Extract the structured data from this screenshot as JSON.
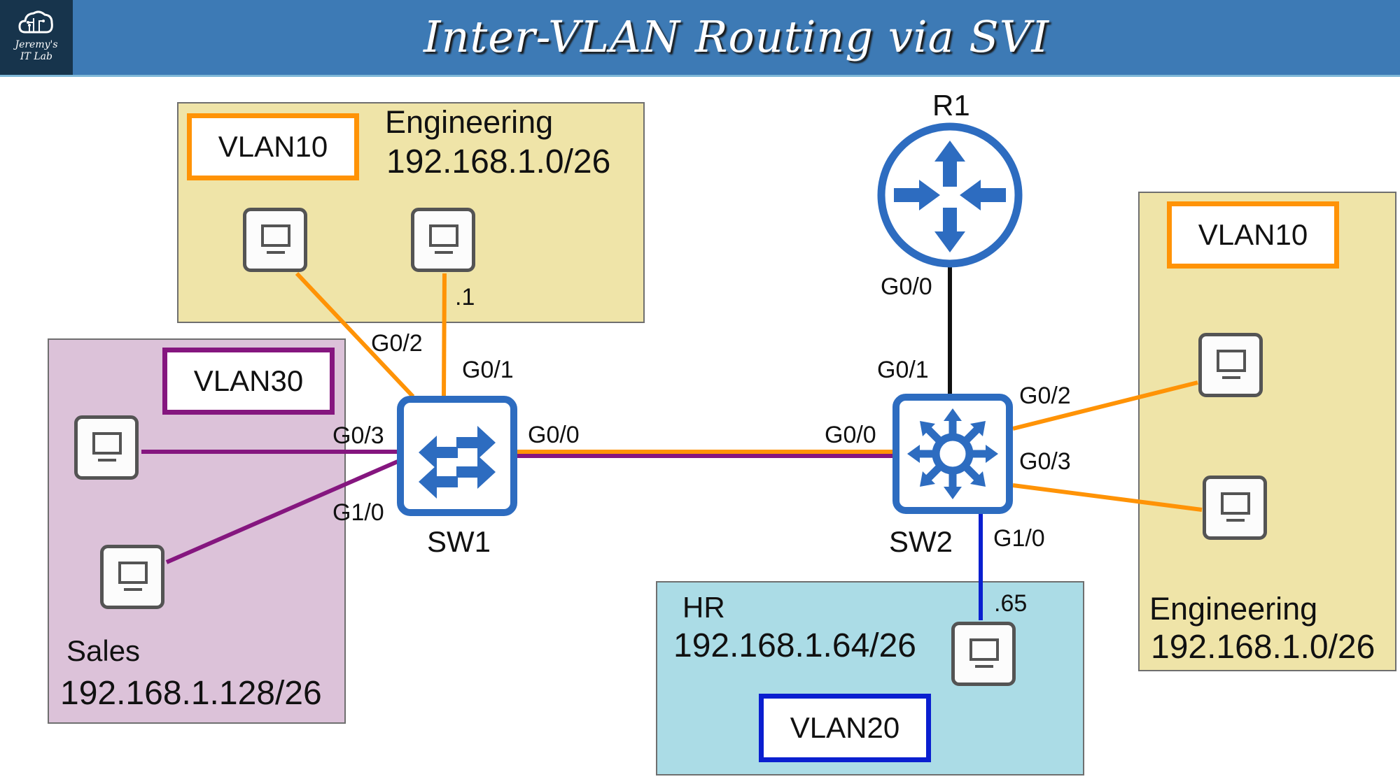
{
  "header": {
    "logo_line1": "Jeremy's",
    "logo_line2": "IT Lab",
    "title": "Inter-VLAN Routing via SVI"
  },
  "colors": {
    "header_bg": "#3d7ab5",
    "logo_bg": "#17344c",
    "device_blue": "#2d6cc0",
    "vlan10": "#ff9306",
    "vlan20": "#0a1fd0",
    "vlan30": "#85167f",
    "engineering_zone": "#efe4a8",
    "sales_zone": "#dcc2d9",
    "hr_zone": "#abdce6"
  },
  "zones": {
    "engineering_left": {
      "vlan": "VLAN10",
      "name": "Engineering",
      "subnet": "192.168.1.0/26",
      "host_ip": ".1"
    },
    "sales": {
      "vlan": "VLAN30",
      "name": "Sales",
      "subnet": "192.168.1.128/26"
    },
    "hr": {
      "vlan": "VLAN20",
      "name": "HR",
      "subnet": "192.168.1.64/26",
      "host_ip": ".65"
    },
    "engineering_right": {
      "vlan": "VLAN10",
      "name": "Engineering",
      "subnet": "192.168.1.0/26"
    }
  },
  "devices": {
    "r1": {
      "name": "R1",
      "port": "G0/0"
    },
    "sw1": {
      "name": "SW1",
      "ports": {
        "g0_0": "G0/0",
        "g0_1": "G0/1",
        "g0_2": "G0/2",
        "g0_3": "G0/3",
        "g1_0": "G1/0"
      }
    },
    "sw2": {
      "name": "SW2",
      "ports": {
        "g0_0": "G0/0",
        "g0_1": "G0/1",
        "g0_2": "G0/2",
        "g0_3": "G0/3",
        "g1_0": "G1/0"
      }
    }
  }
}
